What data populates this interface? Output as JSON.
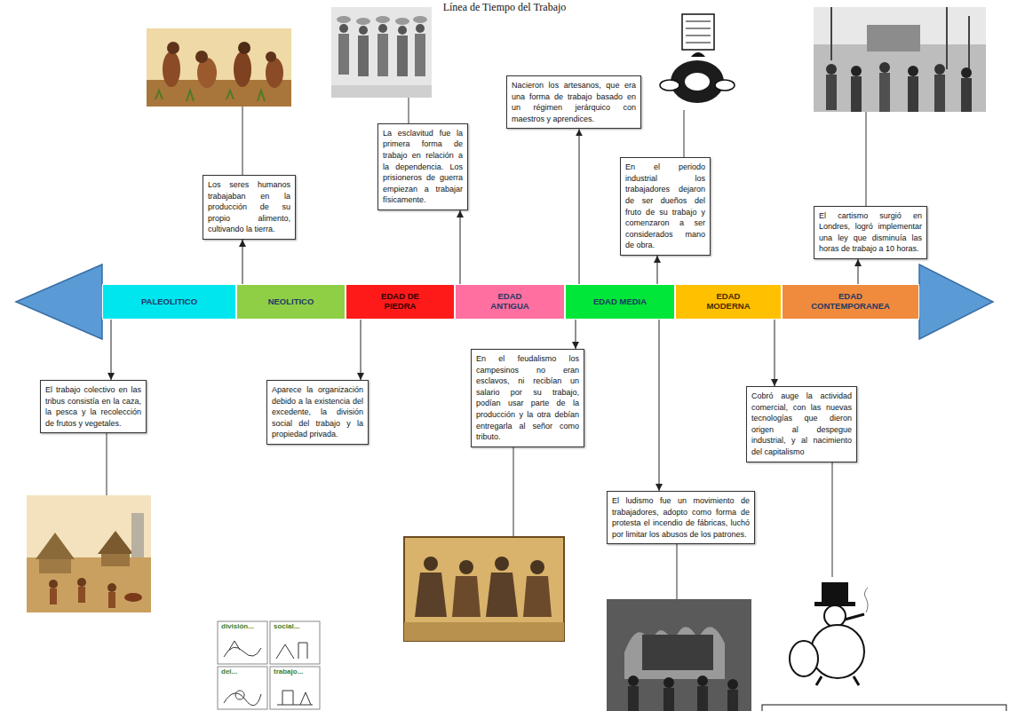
{
  "diagram": {
    "title": "Línea de Tiempo del Trabajo",
    "nodes": [
      {
        "text": [
          "Los seres humanos trabajaban en la producción de su propio alimento, cultivando la tierra."
        ]
      },
      {
        "text": [
          "La esclavitud fue la primera forma de trabajo en relación a la dependencia. Los prisioneros de guerra empiezan a trabajar físicamente."
        ]
      },
      {
        "text": [
          "Nacieron los artesanos, que era una forma de trabajo basado en un régimen jerárquico con maestros y aprendices."
        ]
      },
      {
        "text": [
          "En el periodo industrial los trabajadores dejaron de ser dueños del fruto de su trabajo y comenzaron a ser considerados mano de obra."
        ]
      },
      {
        "text": [
          "El cartismo surgió en Londres, logró implementar una ley que disminuía las horas de trabajo a 10 horas."
        ]
      },
      {
        "text": [
          "PALEOLITICO"
        ]
      },
      {
        "text": [
          "NEOLITICO"
        ]
      },
      {
        "text": [
          "EDAD DE PIEDRA"
        ]
      },
      {
        "text": [
          "EDAD ANTIGUA"
        ]
      },
      {
        "text": [
          "EDAD MEDIA"
        ]
      },
      {
        "text": [
          "EDAD MODERNA"
        ]
      },
      {
        "text": [
          "EDAD CONTEMPORANEA"
        ]
      },
      {
        "text": [
          "El trabajo colectivo en las tribus consistía en la caza, la pesca y la recolección de frutos y vegetales."
        ]
      },
      {
        "text": [
          "Aparece la organización debido a la existencia del excedente, la división social del trabajo y la propiedad privada."
        ]
      },
      {
        "text": [
          "En el feudalismo los campesinos no eran esclavos, ni recibían un salario por su trabajo, podían usar parte de la producción y la otra debían entregarla al señor como tributo."
        ]
      },
      {
        "text": [
          "El ludismo fue un movimiento de trabajadores, adopto como forma de protesta el incendio de fábricas, luchó por limitar los abusos de los patrones."
        ]
      },
      {
        "text": [
          "Cobró auge la actividad comercial, con las nuevas tecnologías que dieron origen al despegue industrial, y al nacimiento del capitalismo"
        ]
      }
    ],
    "edges": [
      {
        "from": 6,
        "to": 0,
        "arrow": "to"
      },
      {
        "from": 8,
        "to": 1,
        "arrow": "to"
      },
      {
        "from": 9,
        "to": 2,
        "arrow": "to"
      },
      {
        "from": 9,
        "to": 3,
        "arrow": "to"
      },
      {
        "from": 11,
        "to": 4,
        "arrow": "to"
      },
      {
        "from": 5,
        "to": 12,
        "arrow": "to"
      },
      {
        "from": 7,
        "to": 13,
        "arrow": "to"
      },
      {
        "from": 9,
        "to": 14,
        "arrow": "to"
      },
      {
        "from": 9,
        "to": 15,
        "arrow": "to"
      },
      {
        "from": 10,
        "to": 16,
        "arrow": "to"
      }
    ],
    "labels": [
      "división...",
      "social...",
      "del...",
      "trabajo..."
    ]
  }
}
